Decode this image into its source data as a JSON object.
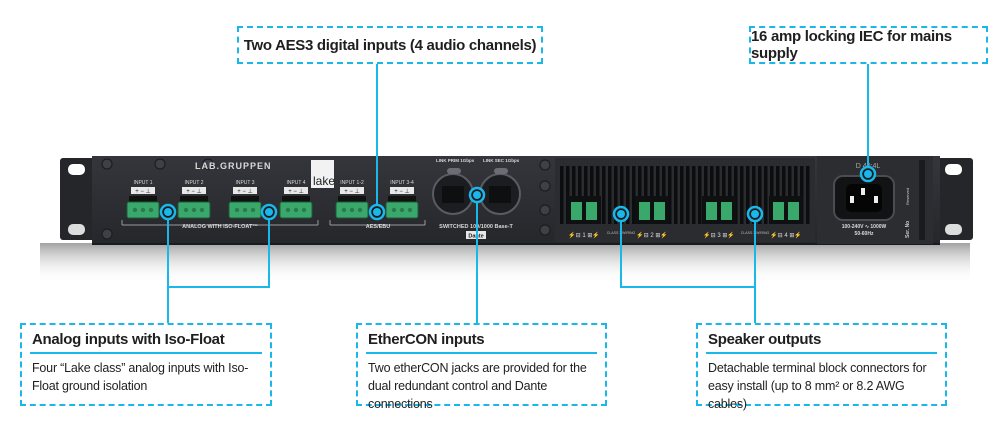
{
  "callouts": {
    "aes3": {
      "label": "Two AES3 digital inputs (4 audio channels)"
    },
    "iec": {
      "label": "16 amp locking IEC for mains supply"
    },
    "analog": {
      "title": "Analog inputs with Iso-Float",
      "body": "Four “Lake class” analog inputs with Iso-Float ground isolation"
    },
    "ethercon": {
      "title": "EtherCON inputs",
      "body": "Two etherCON jacks are provided for the dual redundant control and Dante connections"
    },
    "speaker": {
      "title": "Speaker outputs",
      "body": "Detachable terminal block connectors for easy install (up to 8 mm² or 8.2 AWG cables)"
    }
  },
  "device": {
    "brand": "LAB.GRUPPEN",
    "lake_logo": "lake",
    "analog_inputs": [
      "INPUT 1",
      "INPUT 2",
      "INPUT 3",
      "INPUT 4"
    ],
    "analog_section_label": "ANALOG WITH ISO-FLOAT™",
    "aes_inputs": [
      "INPUT 1-2",
      "INPUT 3-4"
    ],
    "aes_section_label": "AES/EBU",
    "network_leds_left": [
      "LINK",
      "PRIM",
      "1Gbps"
    ],
    "network_leds_right": [
      "LINK",
      "SEC",
      "1Gbps"
    ],
    "network_section_label": "SWITCHED 100/1000 Base-T",
    "dante_logo": "Dante",
    "speaker_outputs": [
      "1",
      "2",
      "3",
      "4"
    ],
    "class_wiring_label": "CLASS 3 WIRING",
    "model_label": "D 40:4L",
    "power_rating": "100-240V ∿ 1000W",
    "power_freq": "50-60Hz",
    "serial_label": "Ser. No",
    "reserved_label": "Reserved"
  },
  "colors": {
    "accent": "#1ab7ea",
    "chassis": "#2b2d31",
    "terminal_green": "#3aa86b"
  }
}
